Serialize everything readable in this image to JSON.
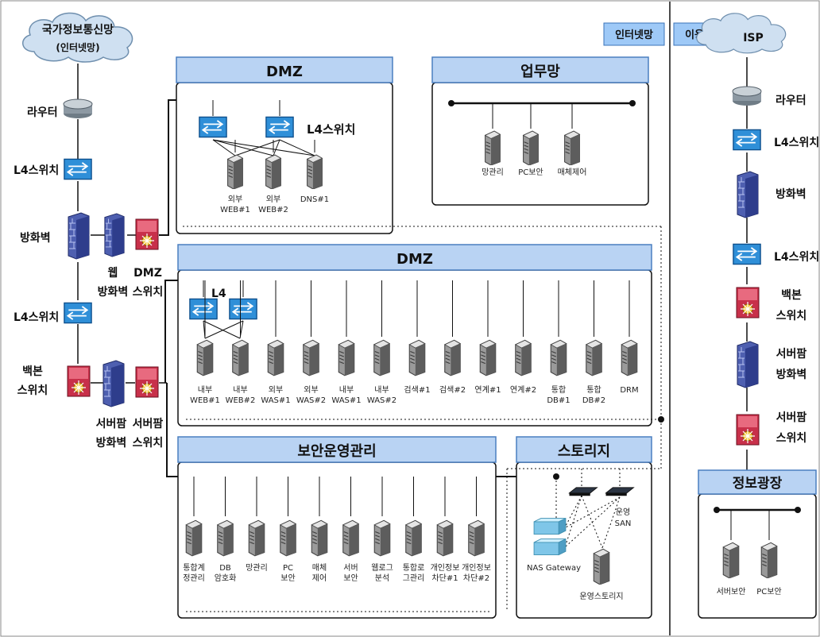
{
  "colors": {
    "header_fill": "#b9d3f3",
    "header_stroke": "#4a7fc0",
    "tag_fill": "#9ec9f7",
    "switch_fill": "#2f8fd8",
    "firewall_fill": "#4e5fb0",
    "backbone_fill": "#c8304a"
  },
  "left": {
    "cloud": [
      "국가정보통신망",
      "(인터넷망)"
    ],
    "router": "라우터",
    "l4_switch_top": "L4스위치",
    "firewall": "방화벽",
    "web_firewall": [
      "웹",
      "방화벽"
    ],
    "dmz_switch": [
      "DMZ",
      "스위치"
    ],
    "l4_switch_mid": "L4스위치",
    "backbone_switch": [
      "백본",
      "스위치"
    ],
    "server_firewall": [
      "서버팜",
      "방화벽"
    ],
    "server_switch": [
      "서버팜",
      "스위치"
    ]
  },
  "tags": {
    "internet": "인터넷망",
    "user": "이용자망"
  },
  "dmz_top": {
    "title": "DMZ",
    "l4_label": "L4스위치",
    "servers": [
      [
        "외부",
        "WEB#1"
      ],
      [
        "외부",
        "WEB#2"
      ],
      [
        "DNS#1"
      ]
    ]
  },
  "work": {
    "title": "업무망",
    "servers": [
      "망관리",
      "PC보안",
      "매체제어"
    ]
  },
  "dmz_main": {
    "title": "DMZ",
    "l4_label": "L4",
    "servers": [
      [
        "내부",
        "WEB#1"
      ],
      [
        "내부",
        "WEB#2"
      ],
      [
        "외부",
        "WAS#1"
      ],
      [
        "외부",
        "WAS#2"
      ],
      [
        "내부",
        "WAS#1"
      ],
      [
        "내부",
        "WAS#2"
      ],
      [
        "검색#1"
      ],
      [
        "검색#2"
      ],
      [
        "연계#1"
      ],
      [
        "연계#2"
      ],
      [
        "통합",
        "DB#1"
      ],
      [
        "통합",
        "DB#2"
      ],
      [
        "DRM"
      ]
    ]
  },
  "security": {
    "title": "보안운영관리",
    "servers": [
      [
        "통합계",
        "정관리"
      ],
      [
        "DB",
        "암호화"
      ],
      [
        "망관리"
      ],
      [
        "PC",
        "보안"
      ],
      [
        "매체",
        "제어"
      ],
      [
        "서버",
        "보안"
      ],
      [
        "웹로그",
        "분석"
      ],
      [
        "통합로",
        "그관리"
      ],
      [
        "개인정보",
        "차단#1"
      ],
      [
        "개인정보",
        "차단#2"
      ]
    ]
  },
  "storage": {
    "title": "스토리지",
    "nas": "NAS Gateway",
    "san": [
      "운영",
      "SAN"
    ],
    "ops_storage": "운영스토리지"
  },
  "right": {
    "cloud": "ISP",
    "router": "라우터",
    "l4_switch_1": "L4스위치",
    "firewall": "방화벽",
    "l4_switch_2": "L4스위치",
    "backbone_switch": [
      "백본",
      "스위치"
    ],
    "server_firewall": [
      "서버팜",
      "방화벽"
    ],
    "server_switch": [
      "서버팜",
      "스위치"
    ]
  },
  "info_plaza": {
    "title": "정보광장",
    "servers": [
      "서버보안",
      "PC보안"
    ]
  }
}
